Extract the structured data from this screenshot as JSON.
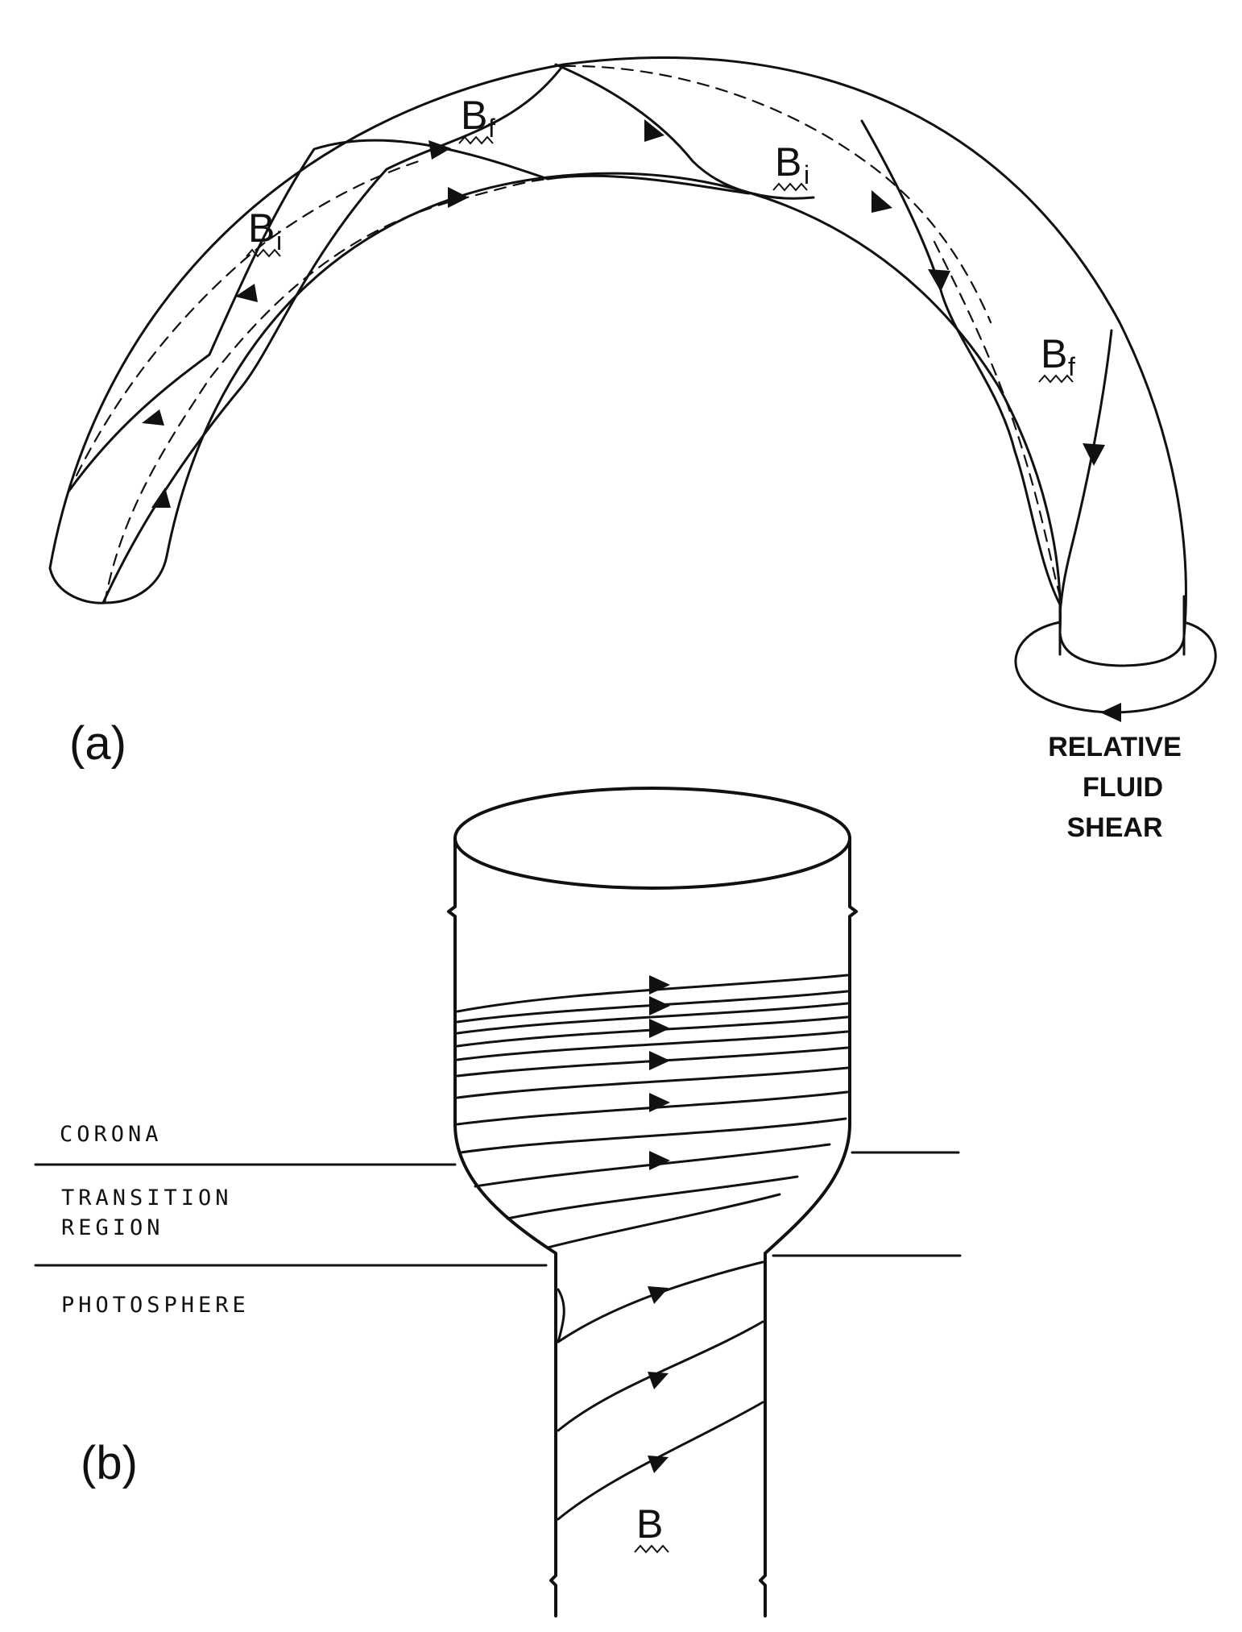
{
  "panel_a": {
    "label": "(a)",
    "field_labels": [
      {
        "main": "B",
        "sub": "i"
      },
      {
        "main": "B",
        "sub": "f"
      },
      {
        "main": "B",
        "sub": "i"
      },
      {
        "main": "B",
        "sub": "f"
      }
    ],
    "shear_label_lines": [
      "RELATIVE",
      "FLUID",
      "SHEAR"
    ]
  },
  "panel_b": {
    "label": "(b)",
    "field_label": "B",
    "layers": [
      "CORONA",
      "TRANSITION",
      "REGION",
      "PHOTOSPHERE"
    ]
  }
}
